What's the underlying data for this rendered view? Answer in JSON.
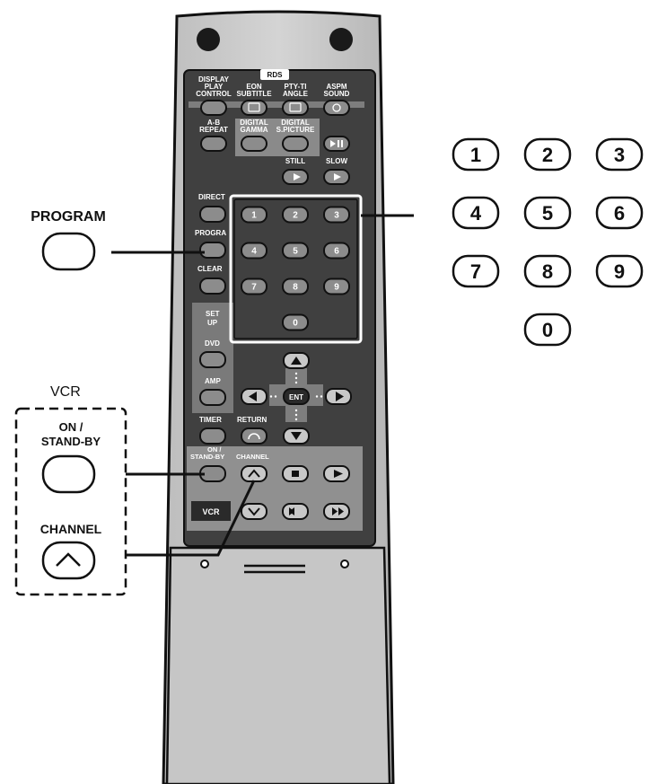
{
  "remote": {
    "top_labels": {
      "display": "DISPLAY",
      "play_control": [
        "PLAY",
        "CONTROL"
      ],
      "rds": "RDS",
      "eon": "EON",
      "subtitle": "SUBTITLE",
      "pty_ti": "PTY-TI",
      "angle": "ANGLE",
      "aspm": "ASPM",
      "sound": "SOUND",
      "ab": "A-B",
      "repeat": "REPEAT",
      "digital_gamma": [
        "DIGITAL",
        "GAMMA"
      ],
      "digital_spicture": [
        "DIGITAL",
        "S.PICTURE"
      ],
      "still": "STILL",
      "slow": "SLOW"
    },
    "side_labels": {
      "direct": "DIRECT",
      "program": "PROGRA",
      "clear": "CLEAR",
      "set_up": [
        "SET",
        "UP"
      ],
      "dvd": "DVD",
      "amp": "AMP",
      "timer": "TIMER",
      "return": "RETURN",
      "ent": "ENT"
    },
    "vcr_section": {
      "on_standby": [
        "ON /",
        "STAND-BY"
      ],
      "channel": "CHANNEL",
      "vcr_badge": "VCR"
    },
    "keypad_digits": [
      "1",
      "2",
      "3",
      "4",
      "5",
      "6",
      "7",
      "8",
      "9",
      "0"
    ]
  },
  "callouts": {
    "program_label": "PROGRAM",
    "vcr_group_label": "VCR",
    "vcr_on_standby": [
      "ON /",
      "STAND-BY"
    ],
    "vcr_channel": "CHANNEL",
    "digits": [
      "1",
      "2",
      "3",
      "4",
      "5",
      "6",
      "7",
      "8",
      "9",
      "0"
    ]
  }
}
